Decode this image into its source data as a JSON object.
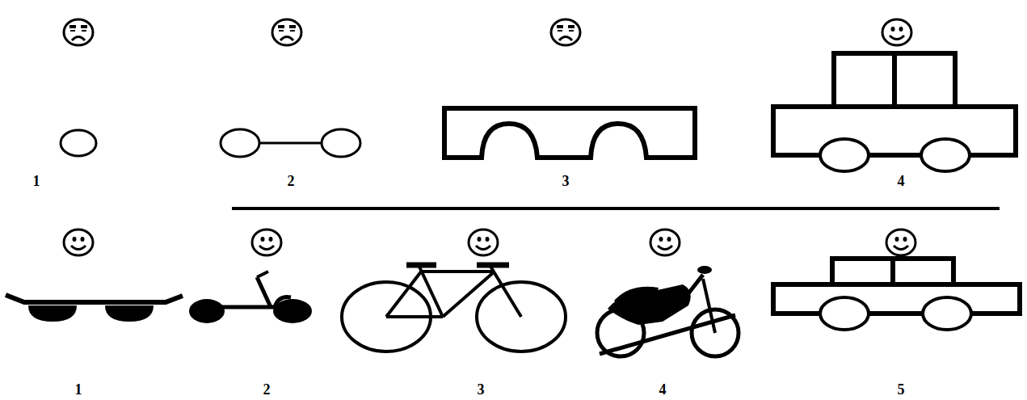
{
  "diagram": {
    "labels": [
      "1",
      "2",
      "3",
      "4",
      "1",
      "2",
      "3",
      "4",
      "5"
    ]
  }
}
